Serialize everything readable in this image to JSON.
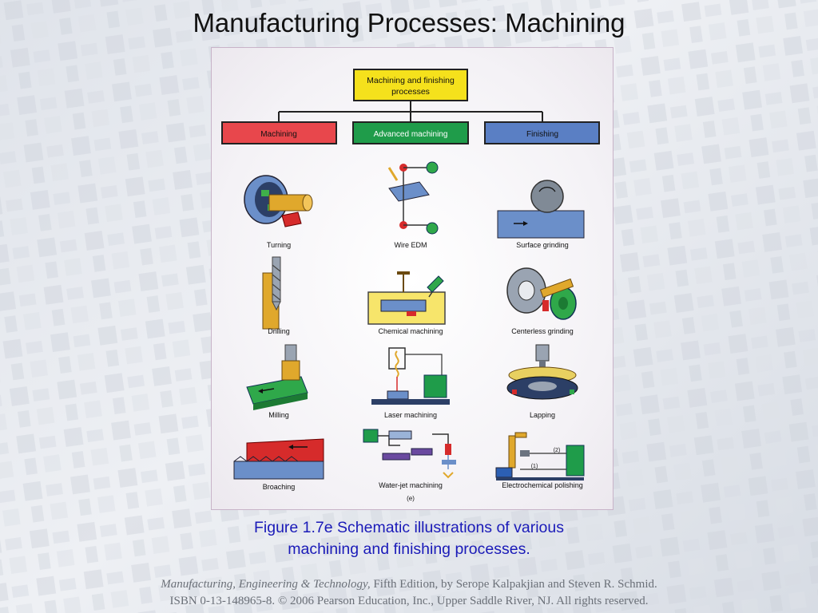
{
  "slide": {
    "title": "Manufacturing Processes:  Machining",
    "caption_line1": "Figure 1.7e  Schematic illustrations of various",
    "caption_line2": "machining and finishing processes.",
    "footer_book": "Manufacturing, Engineering & Technology,",
    "footer_rest1": " Fifth Edition, by Serope Kalpakjian and Steven R. Schmid.",
    "footer_line2": "ISBN 0-13-148965-8. © 2006 Pearson Education, Inc., Upper Saddle River, NJ.  All rights reserved."
  },
  "diagram": {
    "root": "Machining and finishing processes",
    "root_line1": "Machining and finishing",
    "root_line2": "processes",
    "panel_label": "(e)",
    "categories": [
      {
        "name": "Machining",
        "color": "#e8474c",
        "processes": [
          "Turning",
          "Drilling",
          "Milling",
          "Broaching"
        ]
      },
      {
        "name": "Advanced machining",
        "color": "#1f9c4a",
        "processes": [
          "Wire EDM",
          "Chemical machining",
          "Laser machining",
          "Water-jet machining"
        ]
      },
      {
        "name": "Finishing",
        "color": "#5a7fc4",
        "processes": [
          "Surface grinding",
          "Centerless grinding",
          "Lapping",
          "Electrochemical polishing"
        ]
      }
    ],
    "root_color": "#f5e11c",
    "labels_marked": [
      "(1)",
      "(2)"
    ]
  }
}
